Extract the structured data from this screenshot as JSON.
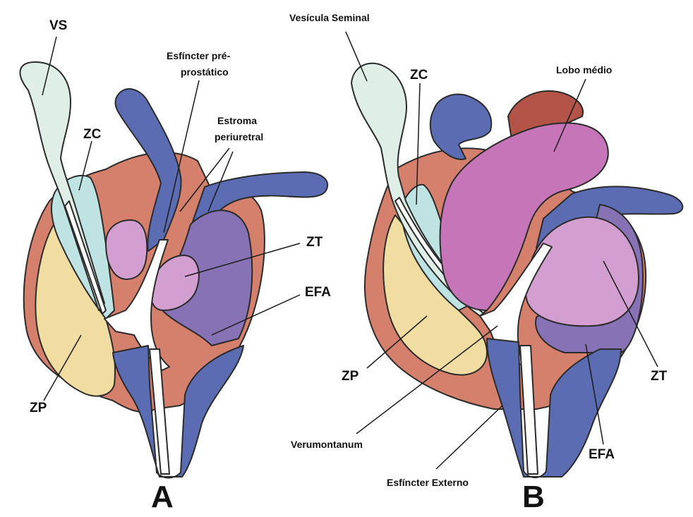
{
  "colors": {
    "seminal_vesicle": "#dfeee6",
    "central_zone": "#bfe3e3",
    "peripheral_zone": "#f1dca2",
    "capsule": "#d4806d",
    "stroma_sphincter": "#5b6cb3",
    "transition_zone": "#d39fd0",
    "middle_lobe": "#c676b8",
    "anterior_stroma": "#8672b4",
    "middle_lobe_cap": "#b45448"
  },
  "panelA": {
    "letter": "A",
    "labels": {
      "vs": "VS",
      "zc": "ZC",
      "esfincter_line1": "Esfíncter pré-",
      "esfincter_line2": "prostático",
      "estroma_line1": "Estroma",
      "estroma_line2": "periuretral",
      "zt": "ZT",
      "efa": "EFA",
      "zp": "ZP"
    }
  },
  "panelB": {
    "letter": "B",
    "labels": {
      "vesicula": "Vesícula Seminal",
      "zc": "ZC",
      "lobo": "Lobo médio",
      "zp": "ZP",
      "verumontanum": "Verumontanum",
      "esfincter_externo": "Esfíncter Externo",
      "efa": "EFA",
      "zt": "ZT"
    }
  }
}
